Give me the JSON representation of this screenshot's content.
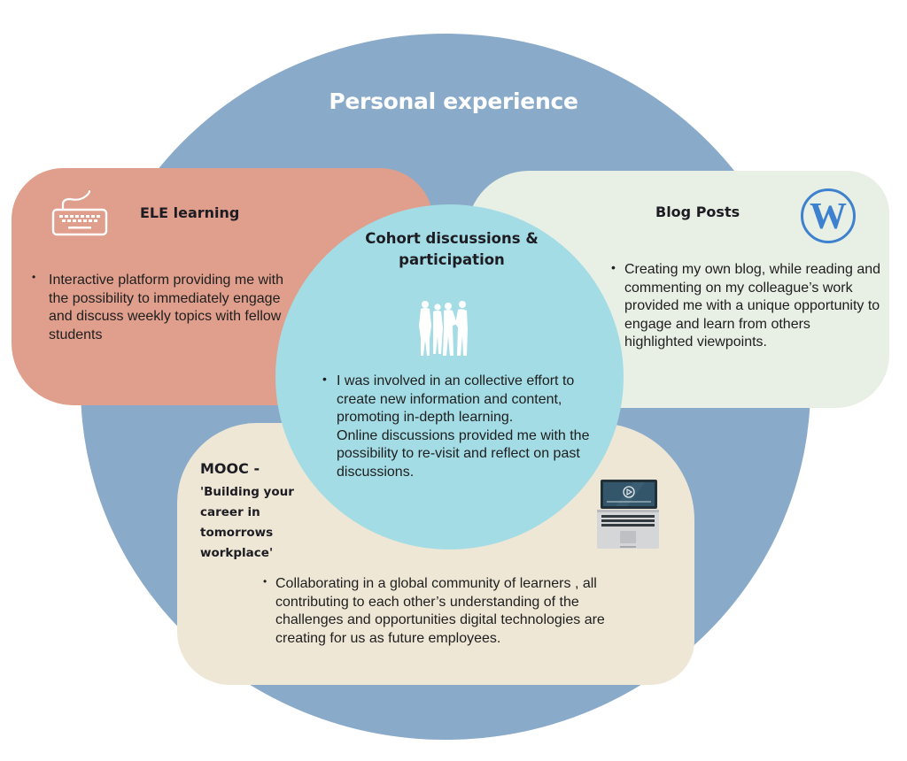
{
  "title": "Personal experience",
  "colors": {
    "outer_circle": "#8aaac9",
    "ele_box": "#e09f8c",
    "blog_box": "#e8efe4",
    "mooc_box": "#efe7d6",
    "cohort_circle": "#a3dce5",
    "wordpress_blue": "#3e82cf"
  },
  "ele": {
    "heading": "ELE learning",
    "icon": "keyboard-icon",
    "bullet": "•",
    "text": "Interactive platform providing me with the possibility to immediately engage and discuss weekly topics with fellow students"
  },
  "blog": {
    "heading": "Blog Posts",
    "icon": "wordpress-icon",
    "bullet": "•",
    "text": "Creating my own blog, while reading and commenting on my colleague’s work provided me with  a unique opportunity to engage and learn from others highlighted viewpoints."
  },
  "cohort": {
    "heading": "Cohort discussions & participation",
    "icon": "people-icon",
    "bullet": "•",
    "text_1": "I was involved in an collective effort to create new information and content, promoting in-depth learning.",
    "text_2": "Online discussions provided me with the possibility to re-visit and reflect on past discussions."
  },
  "mooc": {
    "heading": "MOOC -",
    "subheading": "'Building your career in tomorrows workplace'",
    "icon": "laptop-icon",
    "bullet": "•",
    "text": "Collaborating in a global community of learners , all contributing to each other’s understanding of the challenges and opportunities digital technologies are creating  for us as future employees."
  }
}
